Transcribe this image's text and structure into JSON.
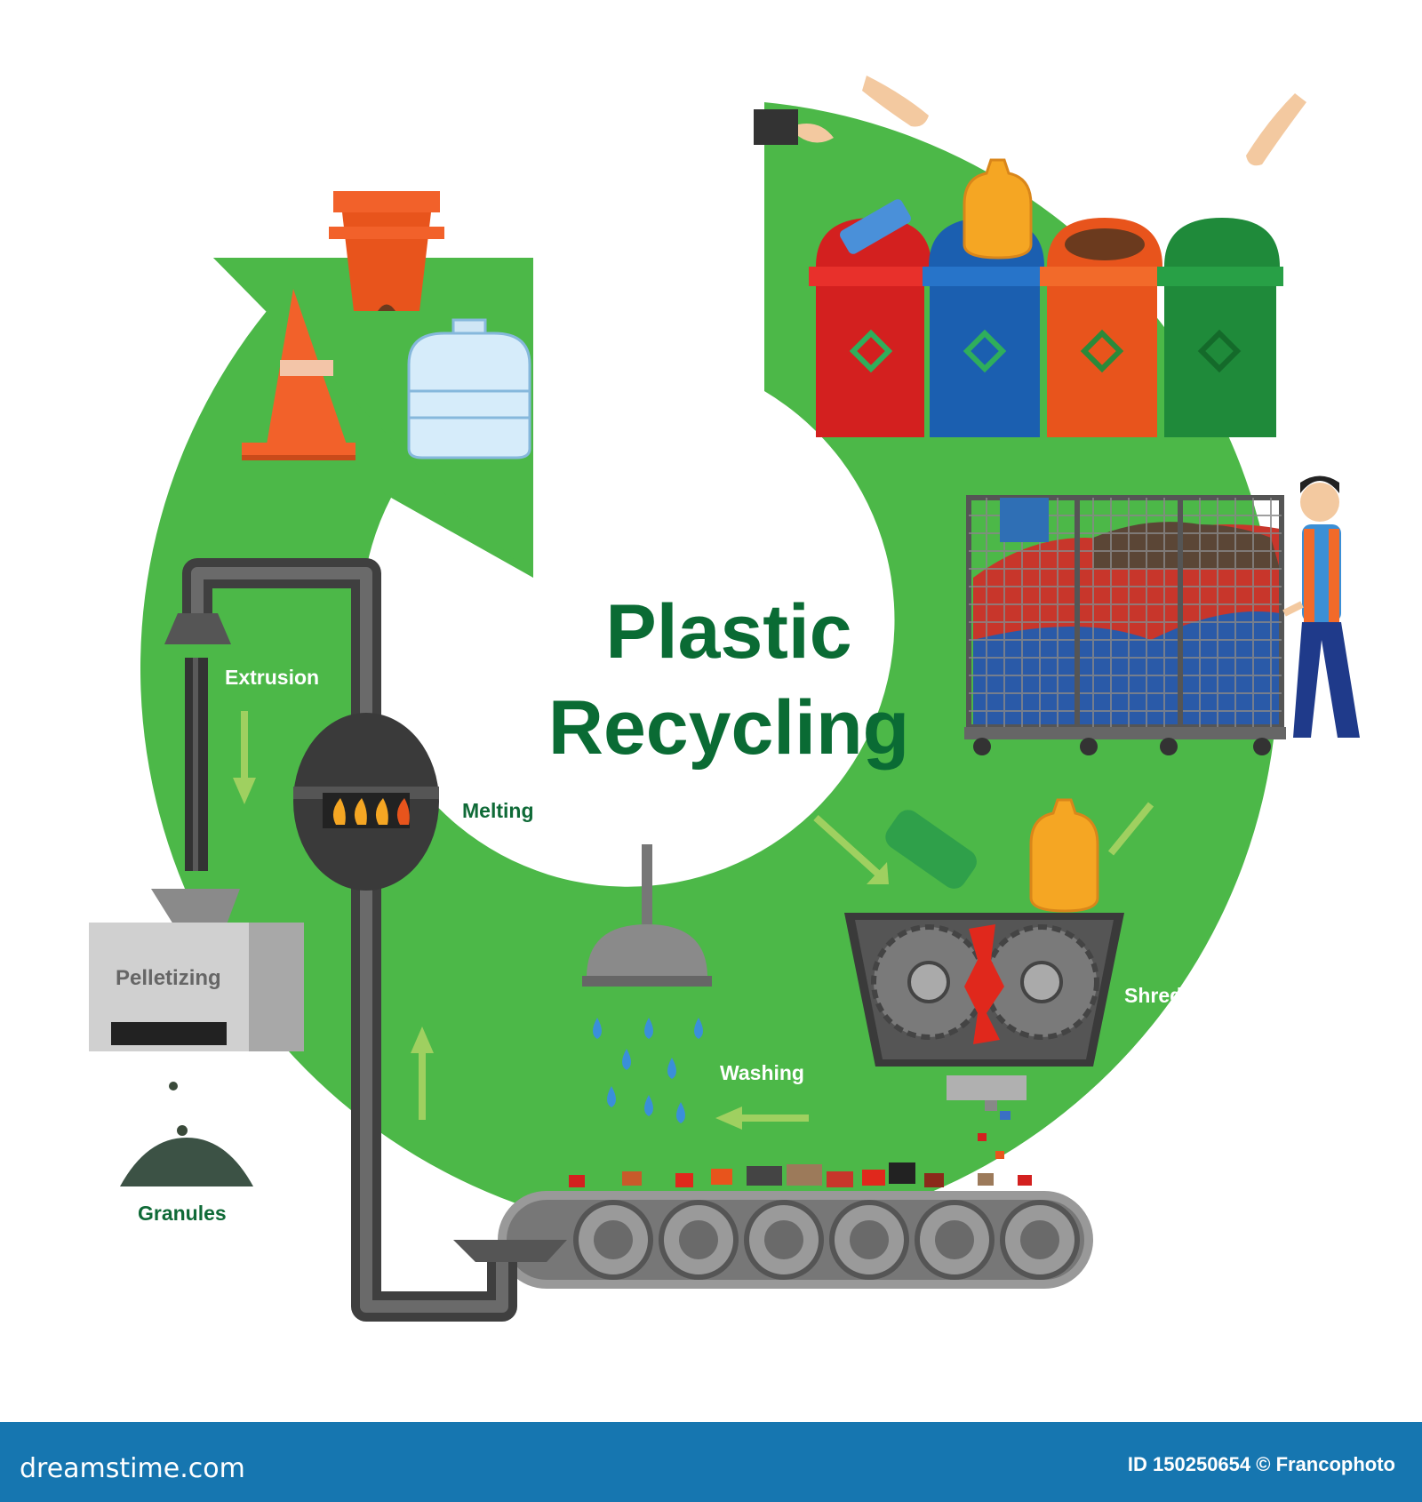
{
  "title": {
    "line1": "Plastic",
    "line2": "Recycling"
  },
  "steps": {
    "extrusion": "Extrusion",
    "melting": "Melting",
    "pelletizing": "Pelletizing",
    "granules": "Granules",
    "washing": "Washing",
    "shredding": "Shredding"
  },
  "footer": {
    "site": "dreamstime.com",
    "credit": "ID 150250654 © Francophoto"
  },
  "colors": {
    "cycle_green": "#4cb848",
    "title_green": "#0a6b34",
    "footer_blue": "#1676b0",
    "machine_grey": "#4a4a4a"
  },
  "icons": [
    "hand-icon",
    "recycling-bin-icon",
    "recycle-symbol-icon",
    "bottle-icon",
    "cage-cart-icon",
    "worker-icon",
    "shredder-icon",
    "gear-icon",
    "water-drop-icon",
    "conveyor-icon",
    "furnace-icon",
    "flame-icon",
    "pipe-icon",
    "pellet-machine-icon",
    "traffic-cone-icon",
    "flower-pot-icon",
    "water-jug-icon",
    "arrow-icon"
  ]
}
